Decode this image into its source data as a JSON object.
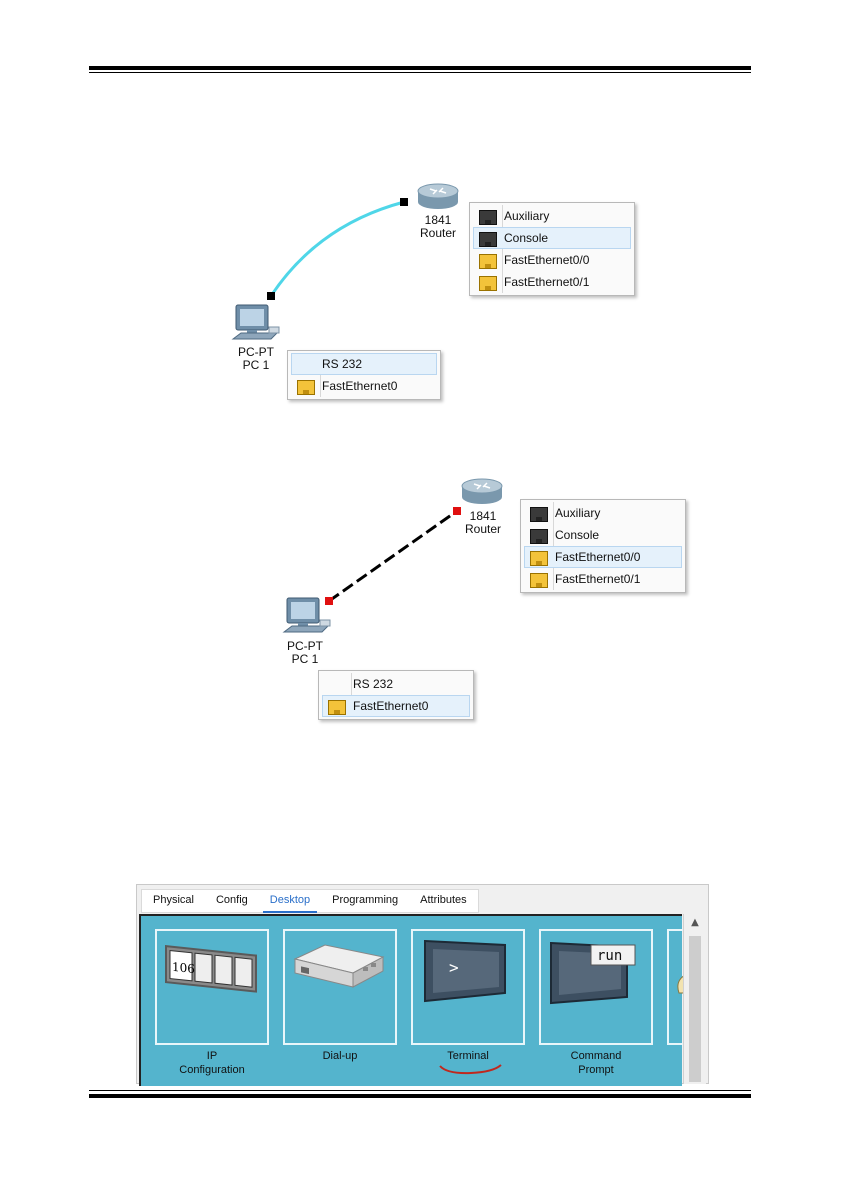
{
  "figure1": {
    "router": {
      "model": "1841",
      "name": "Router"
    },
    "pc": {
      "model": "PC-PT",
      "name": "PC 1"
    },
    "cable_color": "#4fd6e8",
    "router_menu": [
      {
        "label": "Auxiliary",
        "icon": "dark-port-icon"
      },
      {
        "label": "Console",
        "icon": "dark-port-icon",
        "selected": true
      },
      {
        "label": "FastEthernet0/0",
        "icon": "yellow-port-icon"
      },
      {
        "label": "FastEthernet0/1",
        "icon": "yellow-port-icon"
      }
    ],
    "pc_menu": [
      {
        "label": "RS 232",
        "icon": "",
        "selected": true
      },
      {
        "label": "FastEthernet0",
        "icon": "yellow-port-icon"
      }
    ]
  },
  "figure2": {
    "router": {
      "model": "1841",
      "name": "Router"
    },
    "pc": {
      "model": "PC-PT",
      "name": "PC 1"
    },
    "cable_color": "#000000",
    "endpoint_color": "#e01010",
    "router_menu": [
      {
        "label": "Auxiliary",
        "icon": "dark-port-icon"
      },
      {
        "label": "Console",
        "icon": "dark-port-icon"
      },
      {
        "label": "FastEthernet0/0",
        "icon": "yellow-port-icon",
        "selected": true
      },
      {
        "label": "FastEthernet0/1",
        "icon": "yellow-port-icon"
      }
    ],
    "pc_menu": [
      {
        "label": "RS 232",
        "icon": ""
      },
      {
        "label": "FastEthernet0",
        "icon": "yellow-port-icon",
        "selected": true
      }
    ]
  },
  "desktop": {
    "tabs": [
      "Physical",
      "Config",
      "Desktop",
      "Programming",
      "Attributes"
    ],
    "active_tab": "Desktop",
    "background_color": "#54b4cd",
    "apps": [
      {
        "label_line1": "IP",
        "label_line2": "Configuration",
        "icon": "ip-configuration-icon",
        "icon_text": "106"
      },
      {
        "label_line1": "Dial-up",
        "label_line2": "",
        "icon": "dial-up-modem-icon"
      },
      {
        "label_line1": "Terminal",
        "label_line2": "",
        "icon": "terminal-icon",
        "icon_text": ">",
        "underlined": true
      },
      {
        "label_line1": "Command",
        "label_line2": "Prompt",
        "icon": "command-prompt-icon",
        "icon_text": "run"
      }
    ],
    "underline_color": "#c0281e"
  }
}
